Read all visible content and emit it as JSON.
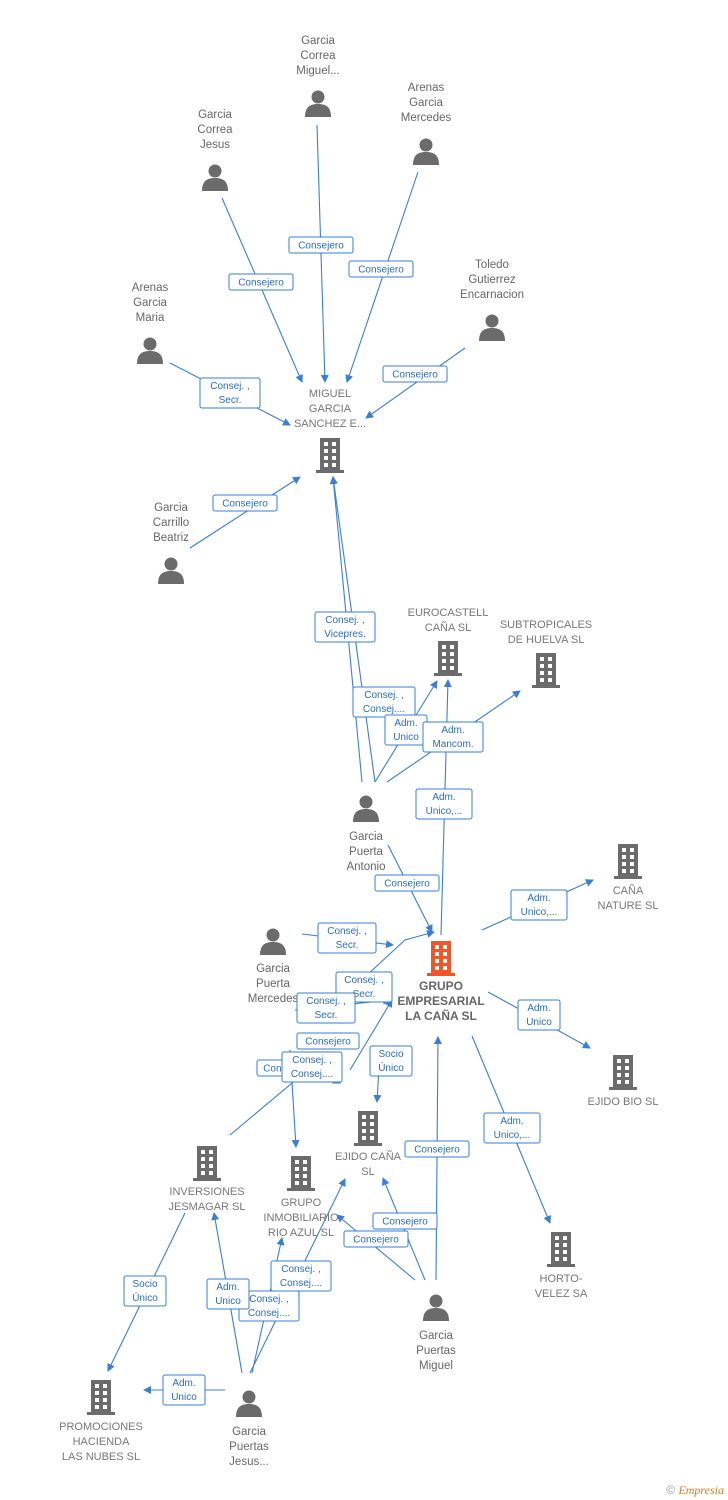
{
  "colors": {
    "edge": "#3a7fd5",
    "person": "#6b6b6b",
    "company": "#6b6b6b",
    "main_company": "#f0562a"
  },
  "nodes": [
    {
      "id": "p_gcm",
      "type": "person",
      "icon": "person-icon",
      "label": [
        "Garcia",
        "Correa",
        "Miguel..."
      ]
    },
    {
      "id": "p_agm",
      "type": "person",
      "icon": "person-icon",
      "label": [
        "Arenas",
        "Garcia",
        "Mercedes"
      ]
    },
    {
      "id": "p_gcj",
      "type": "person",
      "icon": "person-icon",
      "label": [
        "Garcia",
        "Correa",
        "Jesus"
      ]
    },
    {
      "id": "p_tge",
      "type": "person",
      "icon": "person-icon",
      "label": [
        "Toledo",
        "Gutierrez",
        "Encarnacion"
      ]
    },
    {
      "id": "p_agma",
      "type": "person",
      "icon": "person-icon",
      "label": [
        "Arenas",
        "Garcia",
        "Maria"
      ]
    },
    {
      "id": "c_mgs",
      "type": "company",
      "icon": "building-icon",
      "label": [
        "MIGUEL",
        "GARCIA",
        "SANCHEZ E..."
      ]
    },
    {
      "id": "p_gcb",
      "type": "person",
      "icon": "person-icon",
      "label": [
        "Garcia",
        "Carrillo",
        "Beatriz"
      ]
    },
    {
      "id": "c_eur",
      "type": "company",
      "icon": "building-icon",
      "label": [
        "EUROCASTELL",
        "CAÑA  SL"
      ]
    },
    {
      "id": "c_sub",
      "type": "company",
      "icon": "building-icon",
      "label": [
        "SUBTROPICALES",
        "DE HUELVA  SL"
      ]
    },
    {
      "id": "p_gpa",
      "type": "person",
      "icon": "person-icon",
      "label": [
        "Garcia",
        "Puerta",
        "Antonio"
      ]
    },
    {
      "id": "c_cna",
      "type": "company",
      "icon": "building-icon",
      "label": [
        "CAÑA",
        "NATURE  SL"
      ]
    },
    {
      "id": "c_main",
      "type": "main",
      "icon": "building-icon",
      "label": [
        "GRUPO",
        "EMPRESARIAL",
        "LA CAÑA  SL"
      ]
    },
    {
      "id": "p_gpm",
      "type": "person",
      "icon": "person-icon",
      "label": [
        "Garcia",
        "Puerta",
        "Mercedes"
      ]
    },
    {
      "id": "c_ebio",
      "type": "company",
      "icon": "building-icon",
      "label": [
        "EJIDO BIO  SL"
      ]
    },
    {
      "id": "c_ecana",
      "type": "company",
      "icon": "building-icon",
      "label": [
        "EJIDO CAÑA",
        "SL"
      ]
    },
    {
      "id": "c_inv",
      "type": "company",
      "icon": "building-icon",
      "label": [
        "INVERSIONES",
        "JESMAGAR  SL"
      ]
    },
    {
      "id": "c_gira",
      "type": "company",
      "icon": "building-icon",
      "label": [
        "GRUPO",
        "INMOBILIARIO",
        "RIO AZUL  SL"
      ]
    },
    {
      "id": "c_hv",
      "type": "company",
      "icon": "building-icon",
      "label": [
        "HORTO-",
        "VELEZ SA"
      ]
    },
    {
      "id": "p_gpmi",
      "type": "person",
      "icon": "person-icon",
      "label": [
        "Garcia",
        "Puertas",
        "Miguel"
      ]
    },
    {
      "id": "c_phn",
      "type": "company",
      "icon": "building-icon",
      "label": [
        "PROMOCIONES",
        "HACIENDA",
        "LAS NUBES  SL"
      ]
    },
    {
      "id": "p_gpj",
      "type": "person",
      "icon": "person-icon",
      "label": [
        "Garcia",
        "Puertas",
        "Jesus..."
      ]
    }
  ],
  "edge_labels": [
    [
      "Consejero"
    ],
    [
      "Consejero"
    ],
    [
      "Consejero"
    ],
    [
      "Consejero"
    ],
    [
      "Consej. ,",
      "Secr."
    ],
    [
      "Consejero"
    ],
    [
      "Consej. ,",
      "Vicepres."
    ],
    [
      "Consej. ,",
      "Consej...."
    ],
    [
      "Adm.",
      "Unico"
    ],
    [
      "Adm.",
      "Mancom."
    ],
    [
      "Adm.",
      "Unico,..."
    ],
    [
      "Consejero"
    ],
    [
      "Adm.",
      "Unico,..."
    ],
    [
      "Consej. ,",
      "Secr."
    ],
    [
      "Consej. ,",
      "Secr."
    ],
    [
      "Consej. ,",
      "Secr."
    ],
    [
      "Adm.",
      "Unico"
    ],
    [
      "Consejero"
    ],
    [
      "Consejero"
    ],
    [
      "Consej. ,",
      "Consej...."
    ],
    [
      "Socio",
      "Único"
    ],
    [
      "Adm.",
      "Unico,..."
    ],
    [
      "Consejero"
    ],
    [
      "Consejero"
    ],
    [
      "Consejero"
    ],
    [
      "Consej. ,",
      "Consej...."
    ],
    [
      "Consej. ,",
      "Consej...."
    ],
    [
      "Adm.",
      "Unico"
    ],
    [
      "Socio",
      "Único"
    ],
    [
      "Adm.",
      "Unico"
    ]
  ],
  "footer": {
    "copyright": "©",
    "brand": "Empresia"
  }
}
